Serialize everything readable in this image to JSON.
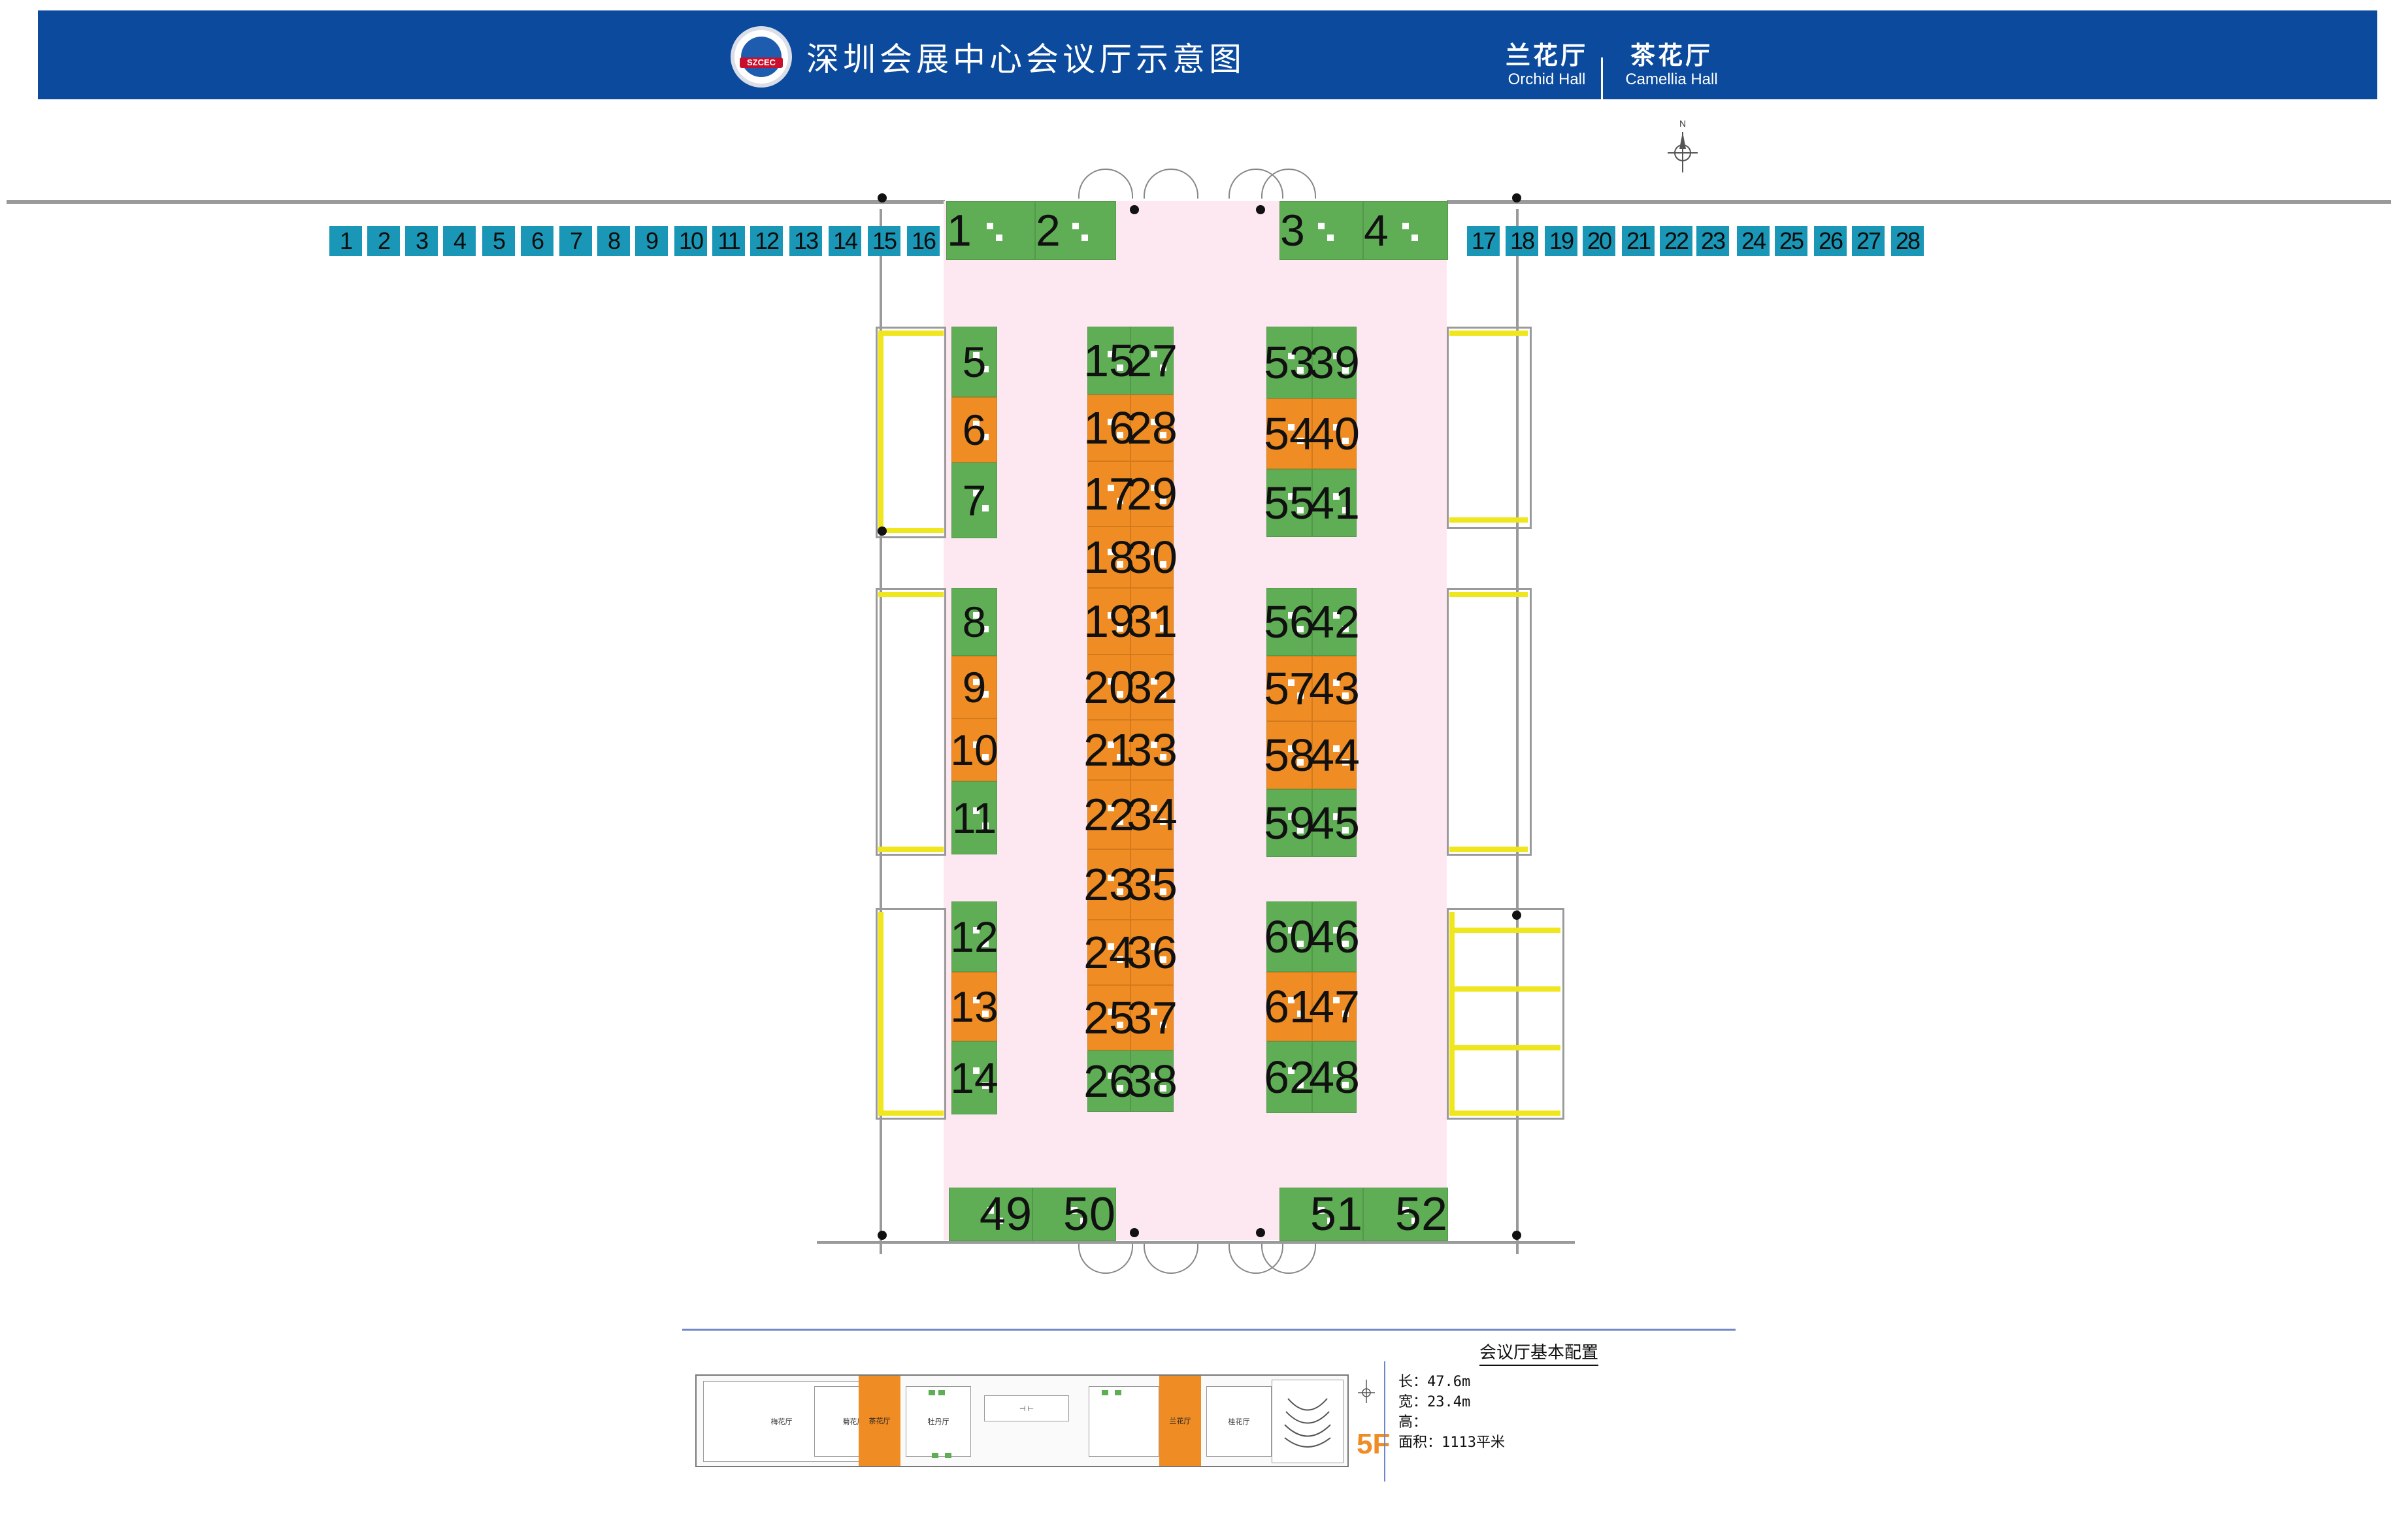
{
  "header": {
    "logo_text": "SZCEC",
    "title": "深圳会展中心会议厅示意图",
    "halls": [
      {
        "cn": "兰花厅",
        "en": "Orchid Hall"
      },
      {
        "cn": "茶花厅",
        "en": "Camellia Hall"
      }
    ]
  },
  "compass": {
    "label": "N"
  },
  "tiles_left": [
    "1",
    "2",
    "3",
    "4",
    "5",
    "6",
    "7",
    "8",
    "9",
    "10",
    "11",
    "12",
    "13",
    "14",
    "15",
    "16"
  ],
  "tiles_right": [
    "17",
    "18",
    "19",
    "20",
    "21",
    "22",
    "23",
    "24",
    "25",
    "26",
    "27",
    "28"
  ],
  "booths": {
    "top": [
      "1",
      "2",
      "3",
      "4"
    ],
    "left_col": [
      "5",
      "6",
      "7",
      "8",
      "9",
      "10",
      "11",
      "12",
      "13",
      "14"
    ],
    "center_a": [
      "15",
      "16",
      "17",
      "18",
      "19",
      "20",
      "21",
      "22",
      "23",
      "24",
      "25",
      "26"
    ],
    "center_b": [
      "27",
      "28",
      "29",
      "30",
      "31",
      "32",
      "33",
      "34",
      "35",
      "36",
      "37",
      "38"
    ],
    "right_b": [
      "39",
      "40",
      "41",
      "42",
      "43",
      "44",
      "45",
      "46",
      "47",
      "48"
    ],
    "right_a": [
      "53",
      "54",
      "55",
      "56",
      "57",
      "58",
      "59",
      "60",
      "61",
      "62"
    ],
    "bottom": [
      "49",
      "50",
      "51",
      "52"
    ]
  },
  "colors": {
    "green": "#5fae55",
    "orange": "#ef8c23",
    "header": "#0b4a9c",
    "tile": "#1a97b6",
    "floor": "#fde8f1"
  },
  "mini_map": {
    "rooms": [
      "梅花厅",
      "菊花厅",
      "茶花厅",
      "牡丹厅",
      "兰花厅",
      "桂花厅"
    ],
    "floor": "5F"
  },
  "config": {
    "title": "会议厅基本配置",
    "length": "长：47.6m",
    "width": "宽：23.4m",
    "height": "高：",
    "area": "面积：1113平米"
  }
}
